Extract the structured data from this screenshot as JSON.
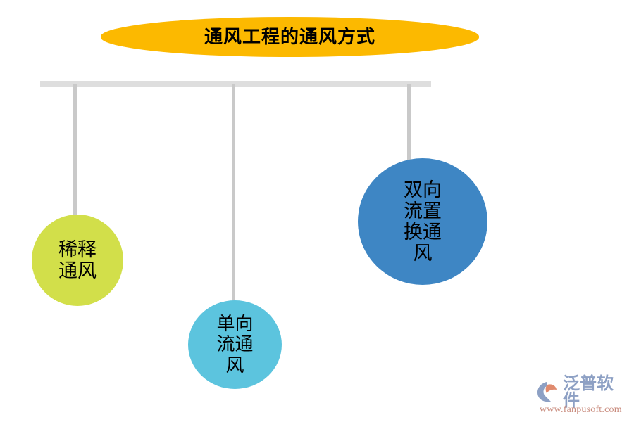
{
  "diagram": {
    "title": "通风工程的通风方式",
    "colors": {
      "title_pill": "#FCB900",
      "rail": "#DEDEDE",
      "connector": "#C9C9C9",
      "node_dilution": "#D2DF4A",
      "node_unidirectional": "#5CC4DE",
      "node_bidirectional": "#3E86C4",
      "text": "#000000",
      "background": "#FFFFFF"
    },
    "nodes": [
      {
        "id": "dilution",
        "label": "稀释\n通风",
        "label_plain": "稀释通风",
        "color": "#D2DF4A"
      },
      {
        "id": "unidirectional",
        "label": "单向\n流通\n风",
        "label_plain": "单向流通风",
        "color": "#5CC4DE"
      },
      {
        "id": "bidirectional",
        "label": "双向\n流置\n换通\n风",
        "label_plain": "双向流置换通风",
        "color": "#3E86C4"
      }
    ]
  },
  "watermark": {
    "brand": "泛普软件",
    "url": "www.fanpusoft.com"
  }
}
